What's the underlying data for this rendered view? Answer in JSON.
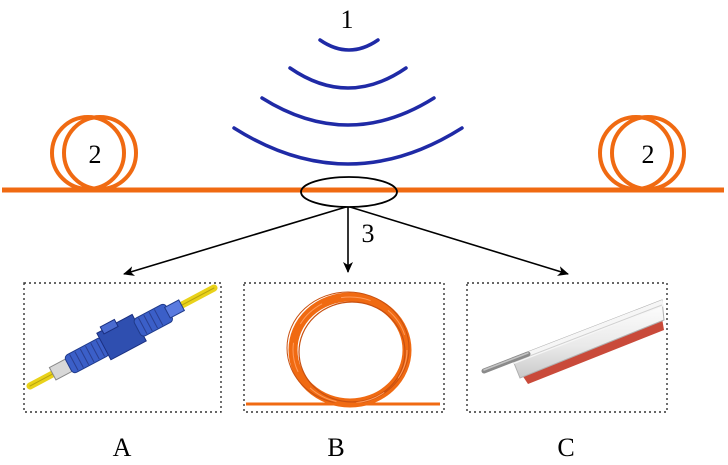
{
  "labels": {
    "source": "1",
    "spool_left": "2",
    "spool_right": "2",
    "splice_point": "3",
    "option_a": "A",
    "option_b": "B",
    "option_c": "C"
  },
  "icons": {
    "option_a": "fiber-connector-adapter-icon",
    "option_b": "fiber-coil-icon",
    "option_c": "fiber-splice-protector-icon"
  },
  "colors": {
    "fiber": "#f06a12",
    "waves": "#1f2aa6",
    "connector_blue": "#3b5fc8",
    "connector_yellow": "#e9d21a",
    "line": "#000000"
  }
}
